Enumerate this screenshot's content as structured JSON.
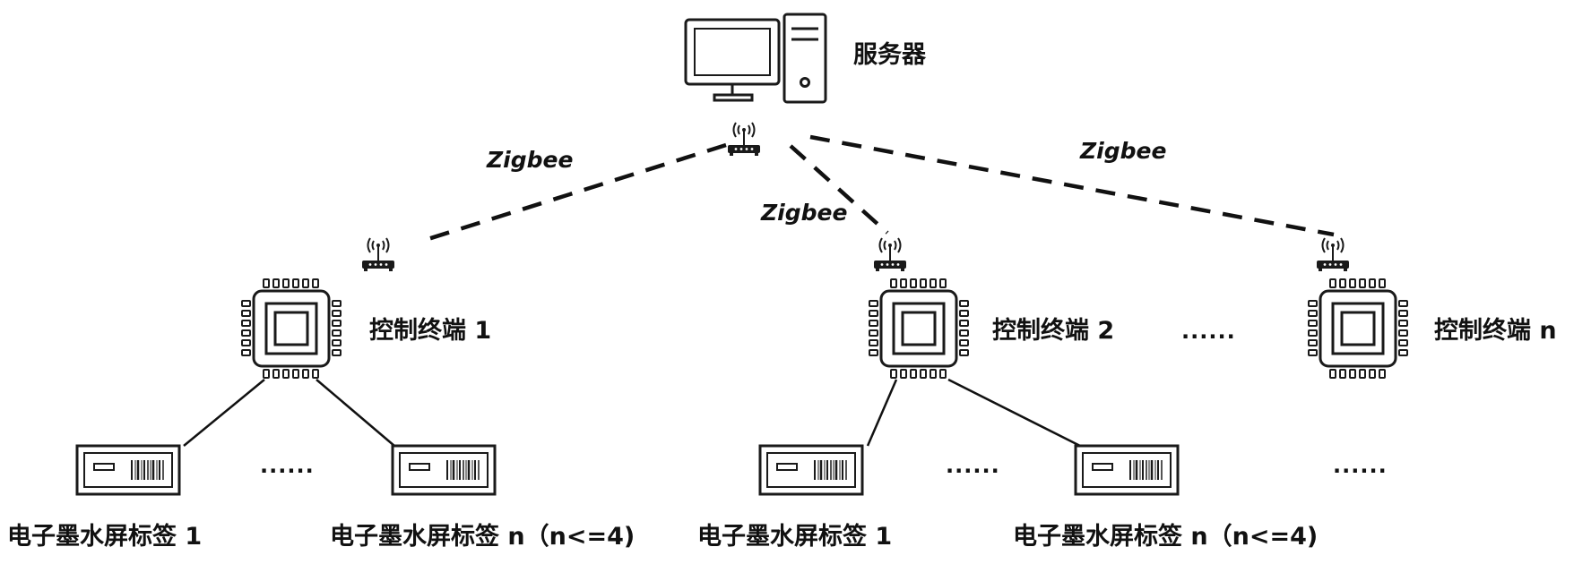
{
  "server": {
    "label": "服务器",
    "icon": "server-computer-icon"
  },
  "links": {
    "zigbee_left": "Zigbee",
    "zigbee_middle": "Zigbee",
    "zigbee_right": "Zigbee"
  },
  "terminals": [
    {
      "label": "控制终端 1"
    },
    {
      "label": "控制终端 2"
    },
    {
      "label": "控制终端 n"
    }
  ],
  "terminal_ellipsis": "......",
  "tags": [
    {
      "label": "电子墨水屏标签 1"
    },
    {
      "label": "电子墨水屏标签 n（n<=4)"
    },
    {
      "label": "电子墨水屏标签 1"
    },
    {
      "label": "电子墨水屏标签 n（n<=4)"
    }
  ],
  "tag_ellipsis": [
    "......",
    "......",
    "......"
  ],
  "colors": {
    "ink": "#1a1a1a",
    "background": "#ffffff"
  }
}
